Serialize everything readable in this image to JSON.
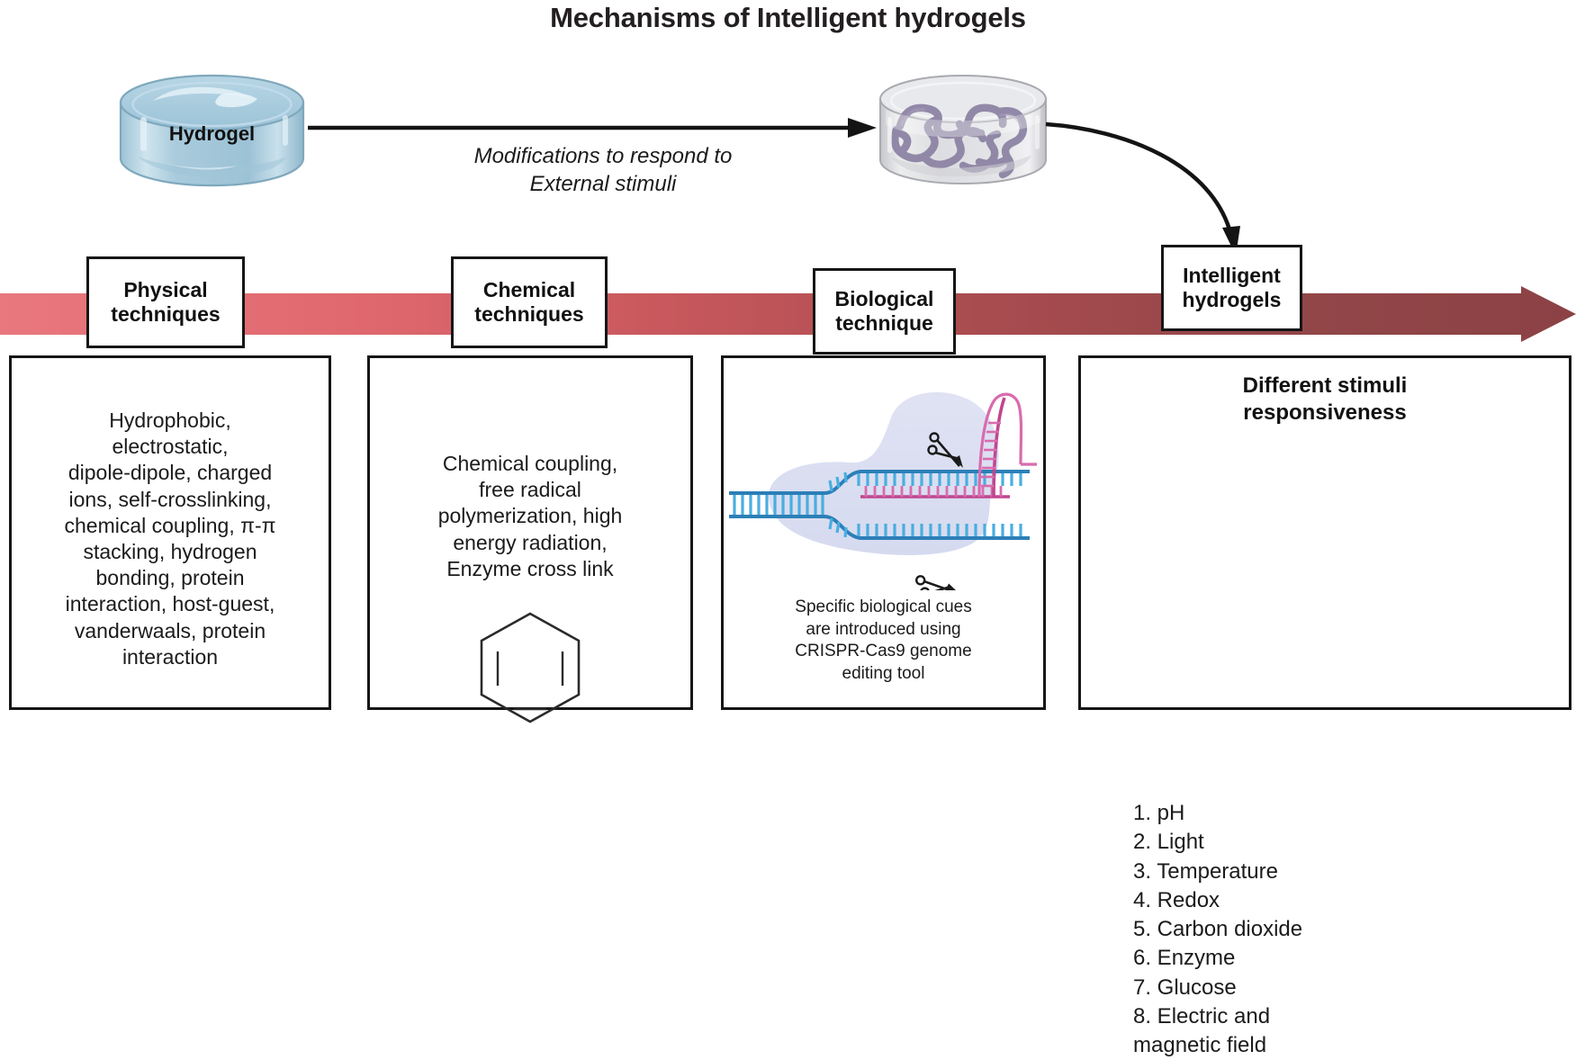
{
  "title": "Mechanisms of Intelligent hydrogels",
  "top": {
    "hydrogel_label": "Hydrogel",
    "arrow_caption": "Modifications to respond to\nExternal stimuli",
    "crosslinked_name": "crosslinked-hydrogel-illustration"
  },
  "banner": {
    "color_start": "#e9777e",
    "color_end": "#8c4245",
    "labels": [
      {
        "line1": "Physical",
        "line2": "techniques"
      },
      {
        "line1": "Chemical",
        "line2": "techniques"
      },
      {
        "line1": "Biological",
        "line2": "technique"
      },
      {
        "line1": "Intelligent",
        "line2": "hydrogels"
      }
    ]
  },
  "boxes": {
    "physical": {
      "text": "Hydrophobic,\nelectrostatic,\ndipole-dipole, charged\nions, self-crosslinking,\nchemical coupling, π-π\nstacking, hydrogen\nbonding, protein\ninteraction, host-guest,\nvanderwaals, protein\ninteraction"
    },
    "chemical": {
      "text": "Chemical coupling,\nfree radical\npolymerization, high\nenergy radiation,\nEnzyme cross link",
      "icon": "benzene-ring-icon"
    },
    "biological": {
      "caption": "Specific biological cues\nare introduced using\nCRISPR-Cas9 genome\nediting tool",
      "icon": "crispr-cas9-illustration"
    },
    "stimuli": {
      "heading": "Different stimuli\nresponsiveness",
      "items": [
        "1. pH",
        "2. Light",
        "3. Temperature",
        "4. Redox",
        "5. Carbon dioxide",
        "6. Enzyme",
        "7. Glucose",
        "8. Electric and\n    magnetic field"
      ]
    }
  }
}
